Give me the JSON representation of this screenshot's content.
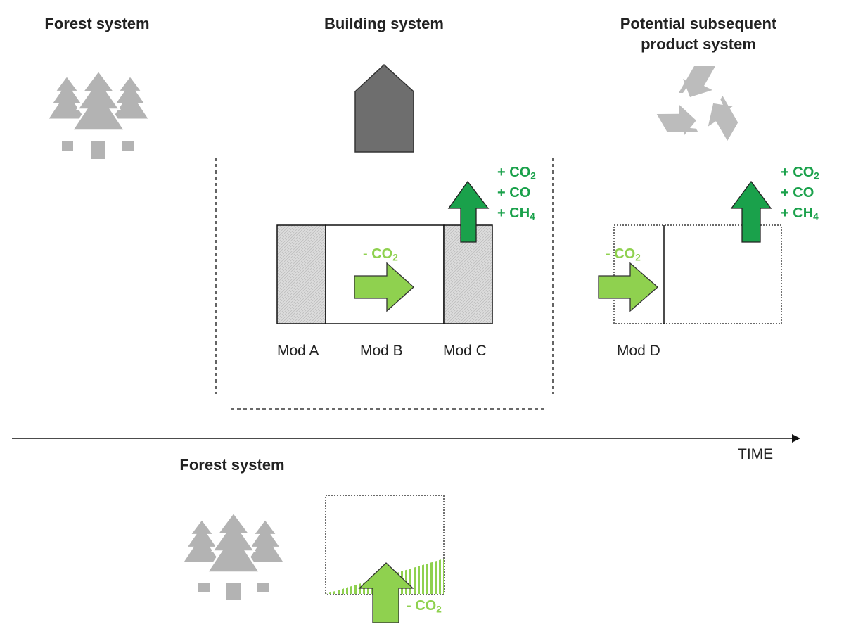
{
  "headings": {
    "forest_top": "Forest system",
    "building": "Building system",
    "subsequent_line1": "Potential subsequent",
    "subsequent_line2": "product system",
    "forest_bottom": "Forest system"
  },
  "modules": {
    "a": "Mod A",
    "b": "Mod B",
    "c": "Mod C",
    "d": "Mod D"
  },
  "emissions": [
    {
      "sign": "+",
      "formula": "CO",
      "subscript": "2"
    },
    {
      "sign": "+",
      "formula": "CO",
      "subscript": ""
    },
    {
      "sign": "+",
      "formula": "CH",
      "subscript": "4"
    }
  ],
  "uptake": {
    "sign": "-",
    "formula": "CO",
    "subscript": "2"
  },
  "time_axis_label": "TIME",
  "colors": {
    "tree_gray": "#b3b3b3",
    "house_gray": "#6e6e6e",
    "recycle_gray": "#bcbcbc",
    "emission_green": "#1aa14b",
    "uptake_green": "#8fd14f",
    "module_hatch": "#d6d6d6",
    "line": "#111111"
  },
  "icons": [
    "forest-trees-icon",
    "house-icon",
    "recycle-icon"
  ]
}
